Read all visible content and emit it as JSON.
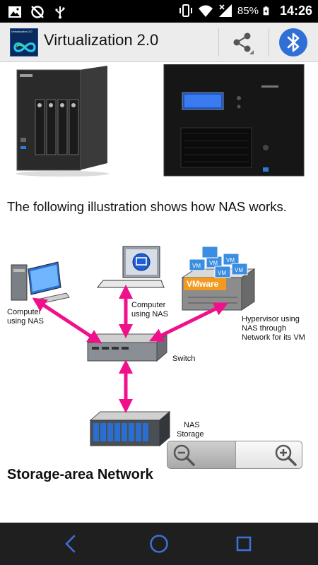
{
  "status_bar": {
    "battery_percent": "85%",
    "time": "14:26"
  },
  "app_bar": {
    "logo_text": "Virtualization 2.0",
    "title": "Virtualization 2.0"
  },
  "content": {
    "paragraph": "The following illustration shows how NAS works.",
    "diagram": {
      "computer_1": "Computer using NAS",
      "computer_2": "Computer using NAS",
      "hypervisor": "Hypervisor using NAS through Network for its VM",
      "switch": "Switch",
      "storage": "NAS Storage",
      "vm_tag": "VM",
      "vmware_tag": "VMware"
    },
    "section_heading": "Storage-area Network"
  },
  "colors": {
    "arrow": "#f0108a",
    "status_bar": "#000000",
    "app_bar": "#ececec",
    "bluetooth": "#2f6fd6",
    "nav_bar": "#1f1f1f",
    "nav_icon": "#3d6fd9"
  }
}
